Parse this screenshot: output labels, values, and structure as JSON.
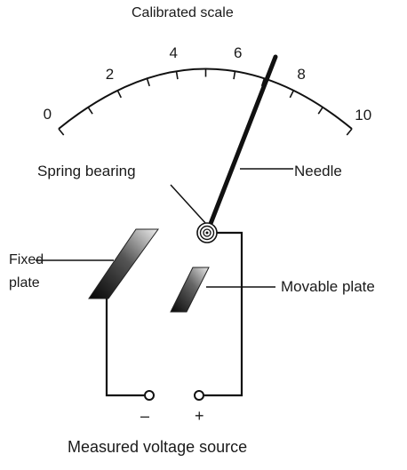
{
  "diagram": {
    "scale_title": "Calibrated scale",
    "scale_ticks": [
      {
        "label": "0",
        "value": 0
      },
      {
        "label": "2",
        "value": 2
      },
      {
        "label": "4",
        "value": 4
      },
      {
        "label": "6",
        "value": 6
      },
      {
        "label": "8",
        "value": 8
      },
      {
        "label": "10",
        "value": 10
      }
    ],
    "scale_range": [
      0,
      10
    ],
    "needle_reading": 6.6,
    "labels": {
      "spring_bearing": "Spring bearing",
      "needle": "Needle",
      "fixed_plate": "Fixed plate",
      "movable_plate": "Movable plate",
      "minus_terminal": "–",
      "plus_terminal": "+",
      "source": "Measured voltage source"
    },
    "colors": {
      "line": "#111111",
      "plate_dark": "#0a0a0a",
      "plate_light": "#e6e6e6"
    }
  }
}
